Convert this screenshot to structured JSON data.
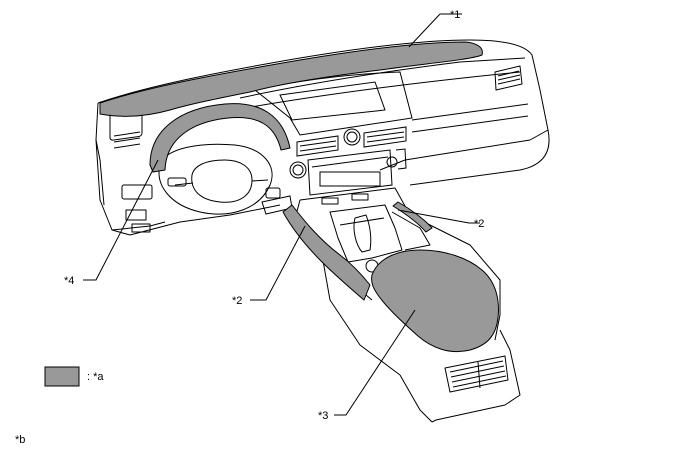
{
  "callouts": {
    "c1": "*1",
    "c2_right": "*2",
    "c2_left": "*2",
    "c3": "*3",
    "c4": "*4"
  },
  "legend": {
    "swatch_color": "#999999",
    "text": ": *a"
  },
  "footnote": "*b",
  "colors": {
    "highlight": "#999999",
    "line": "#000000",
    "background": "#ffffff"
  }
}
